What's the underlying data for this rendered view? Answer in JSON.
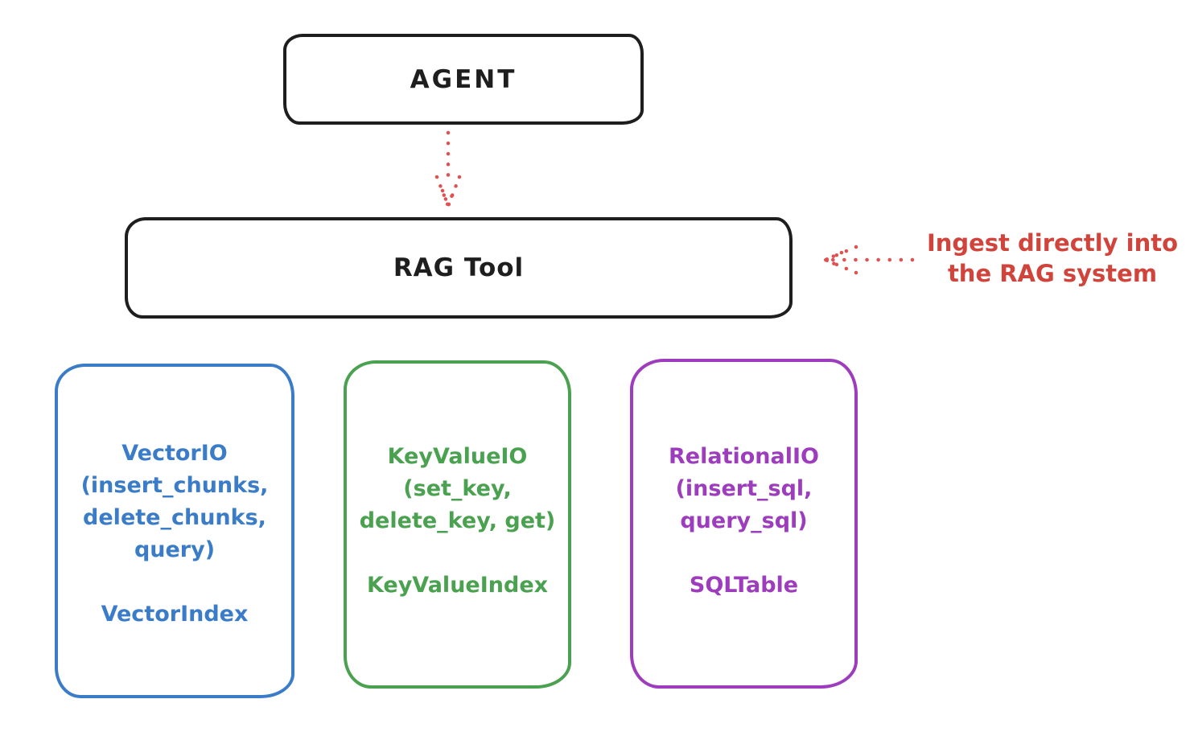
{
  "diagram": {
    "agent": {
      "label": "AGENT"
    },
    "rag_tool": {
      "label": "RAG Tool"
    },
    "annotation": {
      "line1": "Ingest directly into",
      "line2": "the RAG system",
      "color": "#d0443c"
    },
    "arrows": [
      {
        "name": "agent-to-rag-tool",
        "style": "dotted",
        "color": "#e05252",
        "direction": "down"
      },
      {
        "name": "annotation-to-rag-tool",
        "style": "dotted",
        "color": "#d0443c",
        "direction": "left"
      }
    ],
    "providers": [
      {
        "id": "vector-io",
        "color": "#3b7cc9",
        "lines": [
          "VectorIO",
          "(insert_chunks,",
          "delete_chunks,",
          "query)"
        ],
        "index_label": "VectorIndex"
      },
      {
        "id": "keyvalue-io",
        "color": "#4aa14f",
        "lines": [
          "KeyValueIO",
          "(set_key,",
          "delete_key, get)"
        ],
        "index_label": "KeyValueIndex"
      },
      {
        "id": "relational-io",
        "color": "#9d3dbd",
        "lines": [
          "RelationalIO",
          "(insert_sql,",
          "query_sql)"
        ],
        "index_label": "SQLTable"
      }
    ],
    "stroke_color": "#1e1e1e",
    "background_color": "#ffffff"
  }
}
